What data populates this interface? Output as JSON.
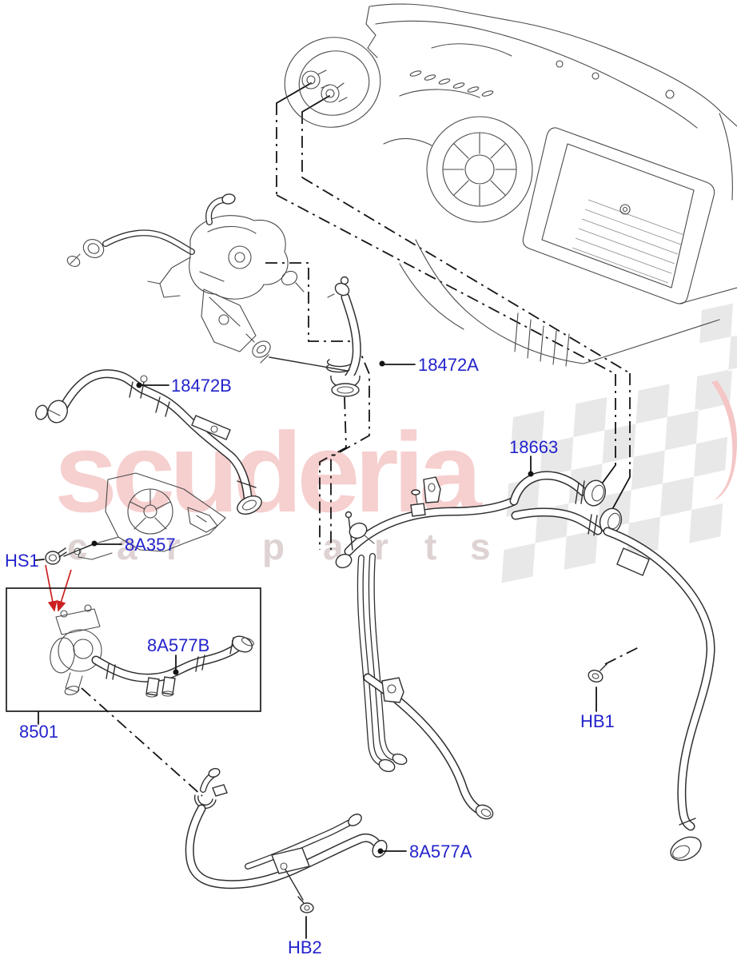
{
  "page": {
    "background_color": "#ffffff"
  },
  "watermark": {
    "brand": "scuderia",
    "letters": [
      "c",
      "a",
      "r",
      "p",
      "a",
      "r",
      "t",
      "s"
    ],
    "brand_color": "#f6cfcf",
    "letters_color": "#ded2d2",
    "flag_color": "#e8e8e8",
    "swoosh_color": "#f5c6c6"
  },
  "diagram": {
    "part_labels": [
      "18472B",
      "18472A",
      "18663",
      "8A357",
      "HS1",
      "8A577B",
      "8501",
      "HB1",
      "8A577A",
      "HB2"
    ],
    "label_color": "#2323cd",
    "leader_color": "#141414",
    "line_color": "#4a4a4a",
    "arrow_color": "#cc2020"
  }
}
